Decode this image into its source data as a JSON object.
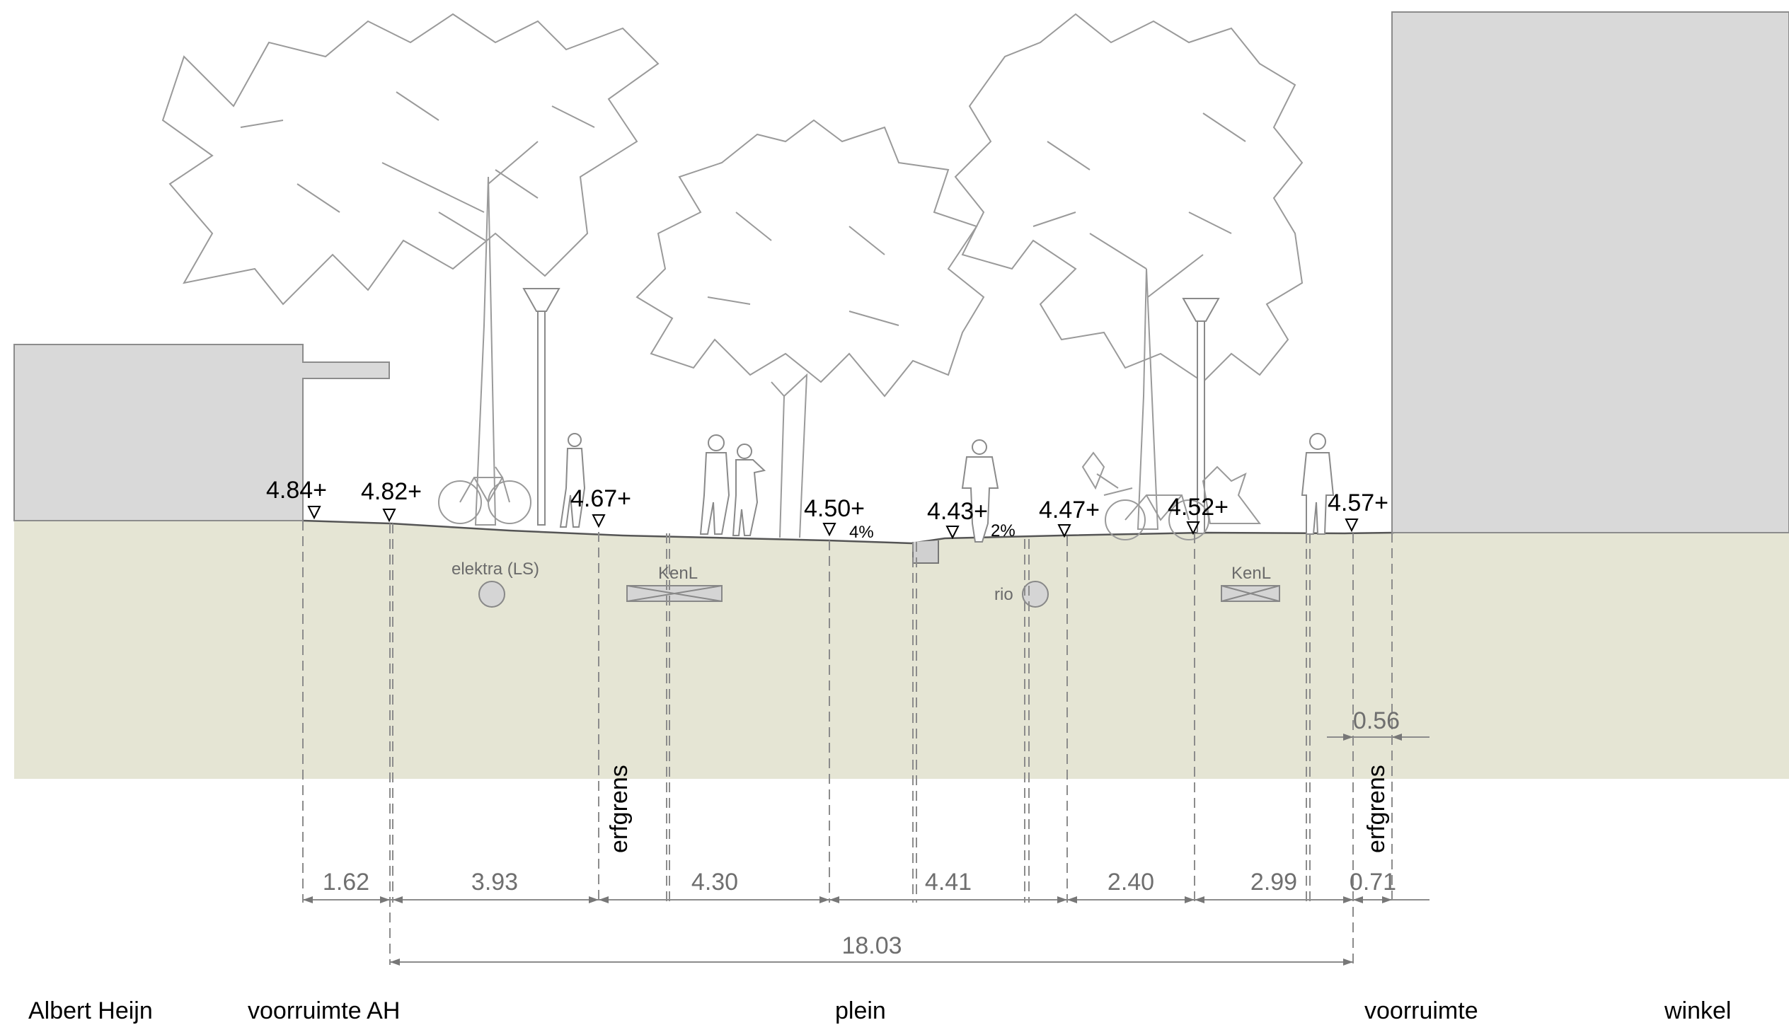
{
  "section": {
    "levels": [
      {
        "label": "4.84+"
      },
      {
        "label": "4.82+"
      },
      {
        "label": "4.67+"
      },
      {
        "label": "4.50+"
      },
      {
        "label": "4.43+"
      },
      {
        "label": "4.47+"
      },
      {
        "label": "4.52+"
      },
      {
        "label": "4.57+"
      }
    ],
    "slopes": [
      {
        "label": "4%"
      },
      {
        "label": "2%"
      }
    ],
    "utilities": [
      {
        "label": "elektra (LS)"
      },
      {
        "label": "KenL"
      },
      {
        "label": "rio"
      },
      {
        "label": "KenL"
      }
    ],
    "erfgrens": [
      {
        "label": "erfgrens"
      },
      {
        "label": "erfgrens"
      }
    ],
    "dimensions": [
      {
        "label": "1.62"
      },
      {
        "label": "3.93"
      },
      {
        "label": "4.30"
      },
      {
        "label": "4.41"
      },
      {
        "label": "2.40"
      },
      {
        "label": "2.99"
      },
      {
        "label": "0.71"
      }
    ],
    "dim_056": "0.56",
    "total": "18.03",
    "zones": [
      {
        "label": "Albert Heijn"
      },
      {
        "label": "voorruimte AH"
      },
      {
        "label": "plein"
      },
      {
        "label": "voorruimte"
      },
      {
        "label": "winkel"
      }
    ]
  },
  "colors": {
    "ground": "#e5e5d4",
    "building": "#d9d9d9",
    "lines": "#8c8c8c"
  }
}
